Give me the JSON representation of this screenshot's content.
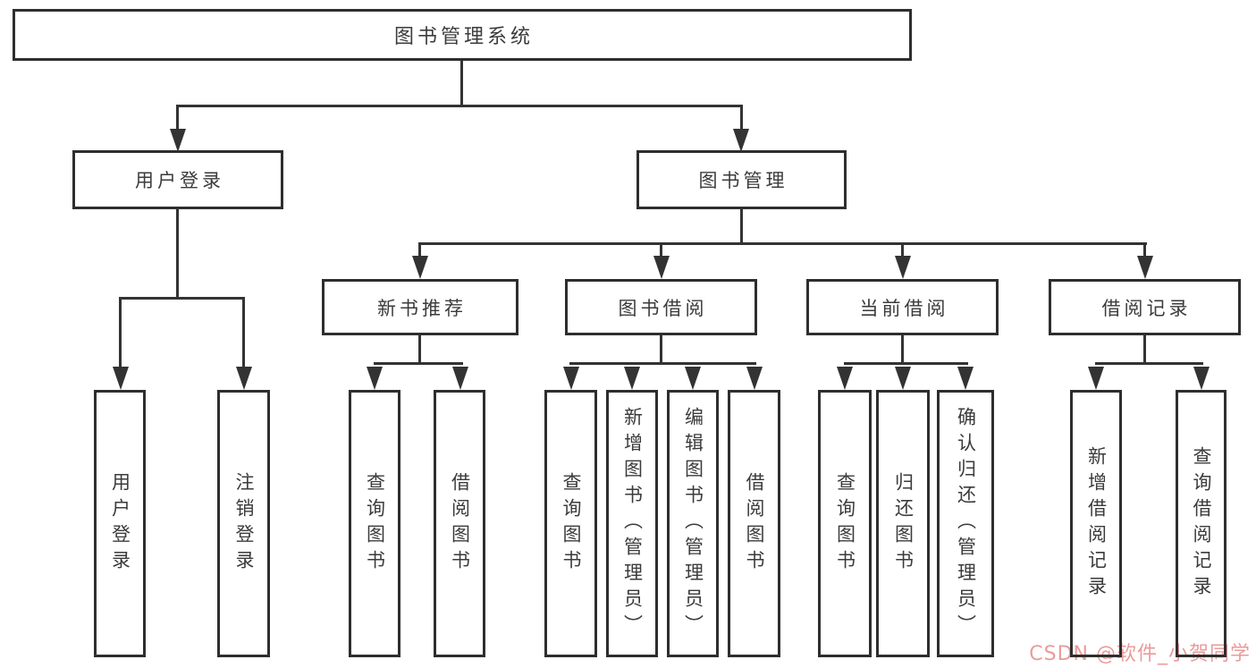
{
  "tree": {
    "root": {
      "label": "图书管理系统",
      "children": [
        {
          "label": "用户登录",
          "children": [
            {
              "label": "用户登录"
            },
            {
              "label": "注销登录"
            }
          ]
        },
        {
          "label": "图书管理",
          "children": [
            {
              "label": "新书推荐",
              "children": [
                {
                  "label": "查询图书"
                },
                {
                  "label": "借阅图书"
                }
              ]
            },
            {
              "label": "图书借阅",
              "children": [
                {
                  "label": "查询图书"
                },
                {
                  "label": "新增图书（管理员）"
                },
                {
                  "label": "编辑图书（管理员）"
                },
                {
                  "label": "借阅图书"
                }
              ]
            },
            {
              "label": "当前借阅",
              "children": [
                {
                  "label": "查询图书"
                },
                {
                  "label": "归还图书"
                },
                {
                  "label": "确认归还（管理员）"
                }
              ]
            },
            {
              "label": "借阅记录",
              "children": [
                {
                  "label": "新增借阅记录"
                },
                {
                  "label": "查询借阅记录"
                }
              ]
            }
          ]
        }
      ]
    }
  },
  "watermark": {
    "text": "CSDN @软件_小贺同学",
    "color": "#e89696"
  },
  "colors": {
    "line": "#333333",
    "box_border": "#2e2e2e",
    "text": "#3b3b3b",
    "background": "#ffffff"
  }
}
